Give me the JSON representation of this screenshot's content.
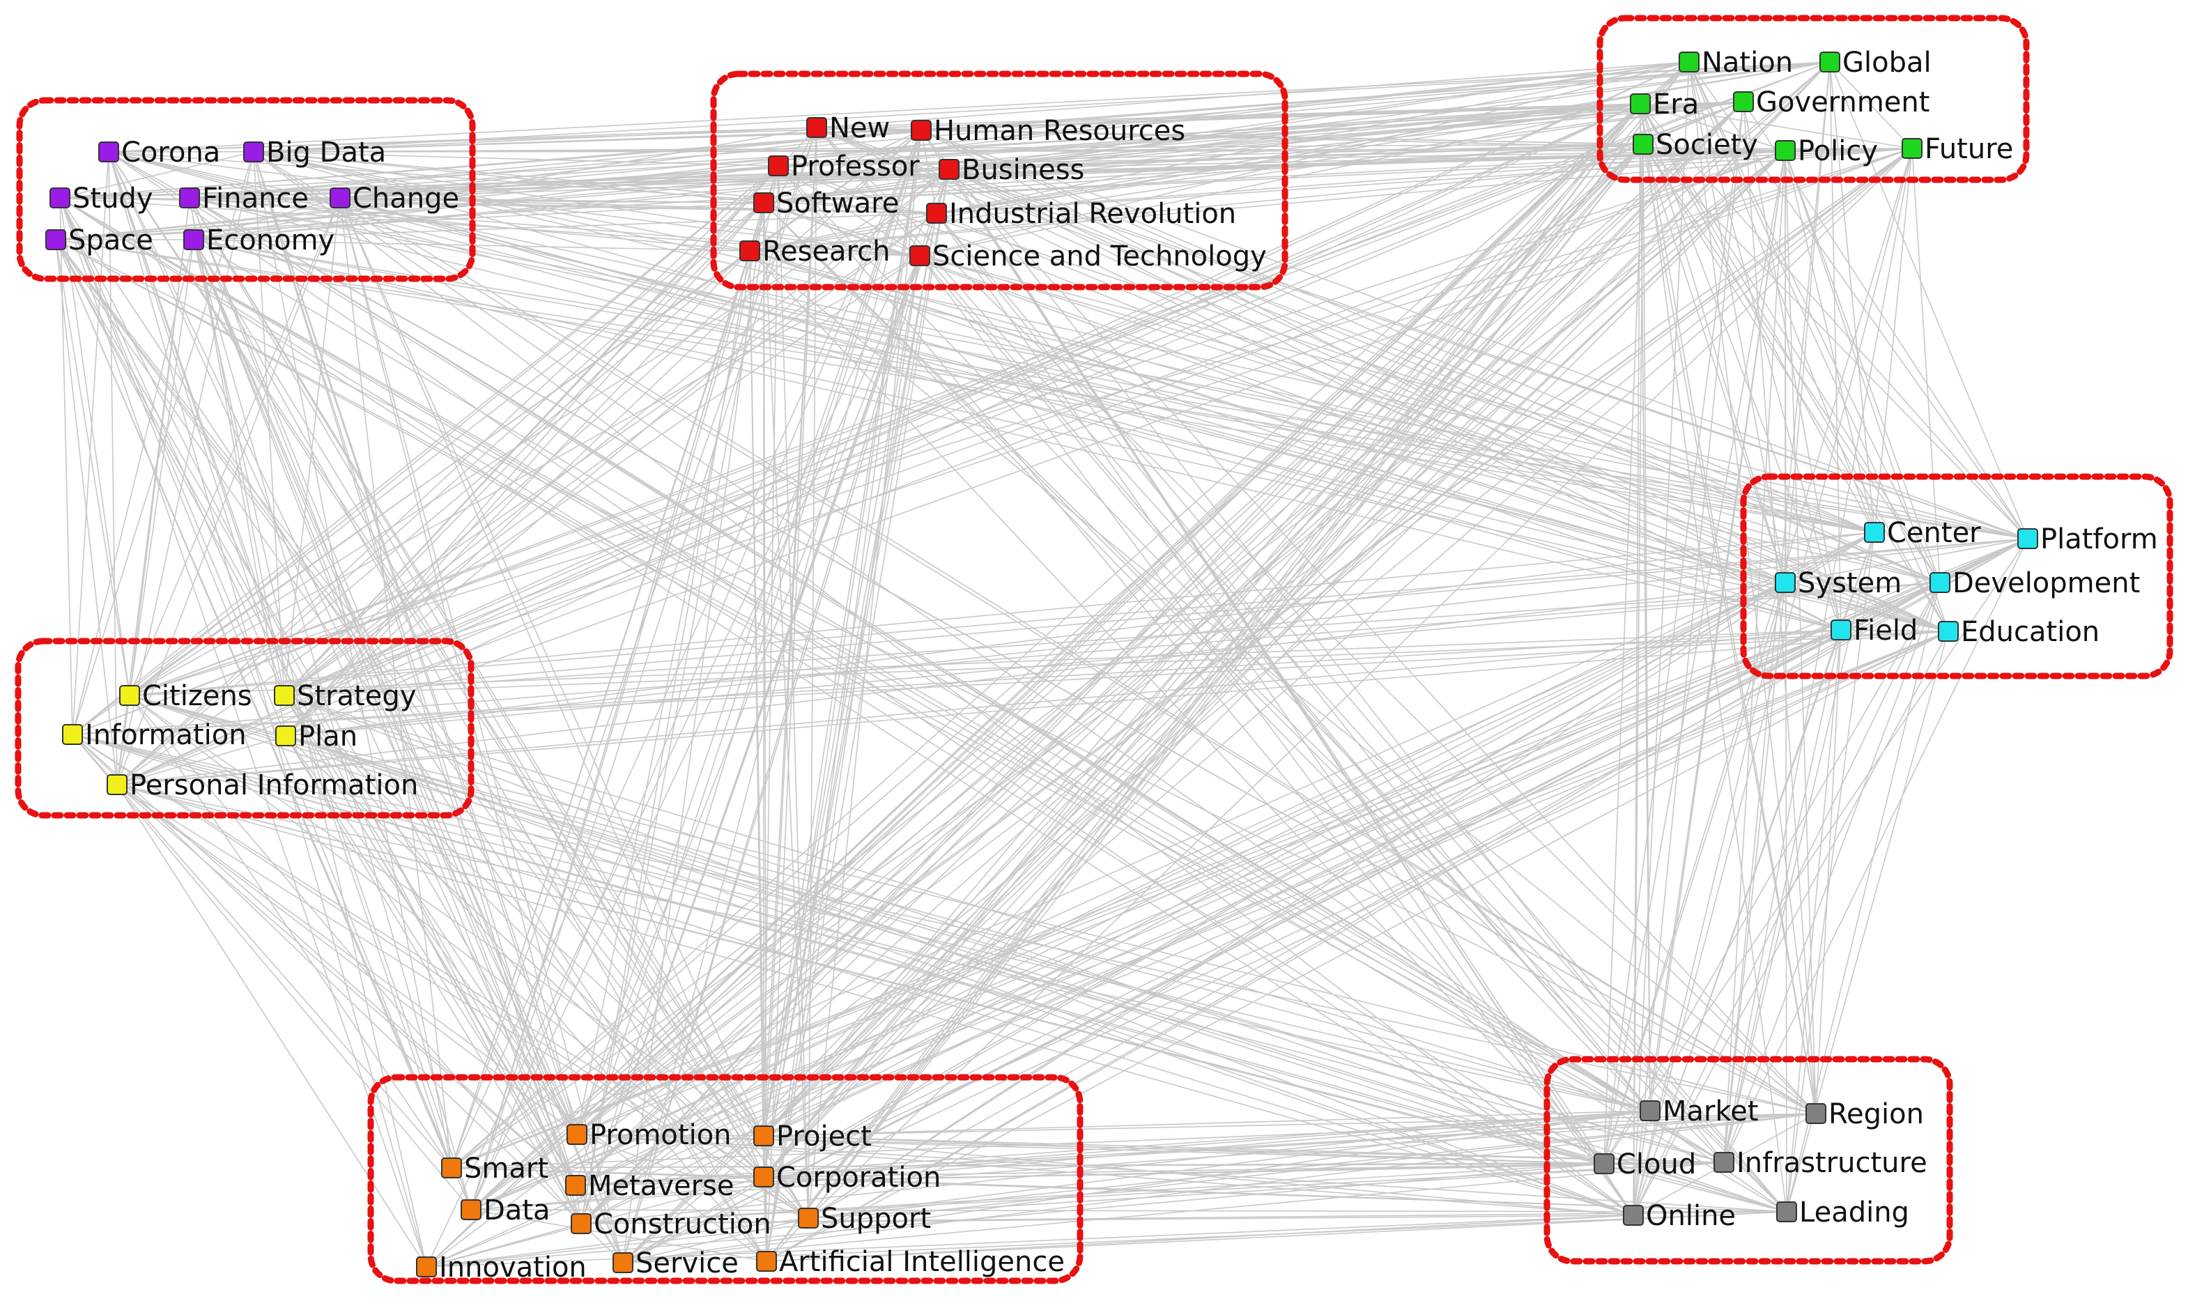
{
  "clusters": [
    {
      "id": "purple",
      "color": "#9a1ce6",
      "nodes": [
        "Corona",
        "Big Data",
        "Study",
        "Finance",
        "Change",
        "Space",
        "Economy"
      ]
    },
    {
      "id": "red",
      "color": "#e61414",
      "nodes": [
        "New",
        "Human Resources",
        "Professor",
        "Business",
        "Software",
        "Industrial Revolution",
        "Research",
        "Science and Technology"
      ]
    },
    {
      "id": "green",
      "color": "#1ed61e",
      "nodes": [
        "Nation",
        "Global",
        "Era",
        "Government",
        "Society",
        "Policy",
        "Future"
      ]
    },
    {
      "id": "cyan",
      "color": "#22e4ee",
      "nodes": [
        "Center",
        "Platform",
        "System",
        "Development",
        "Field",
        "Education"
      ]
    },
    {
      "id": "yellow",
      "color": "#f2f01a",
      "nodes": [
        "Citizens",
        "Strategy",
        "Information",
        "Plan",
        "Personal Information"
      ]
    },
    {
      "id": "orange",
      "color": "#f0780c",
      "nodes": [
        "Promotion",
        "Project",
        "Smart",
        "Metaverse",
        "Corporation",
        "Data",
        "Construction",
        "Support",
        "Innovation",
        "Service",
        "Artificial Intelligence"
      ]
    },
    {
      "id": "gray",
      "color": "#808080",
      "nodes": [
        "Market",
        "Region",
        "Cloud",
        "Infrastructure",
        "Online",
        "Leading"
      ]
    }
  ],
  "style": {
    "edge_color": "#c8c8c8",
    "box_border_color": "#e81010"
  }
}
